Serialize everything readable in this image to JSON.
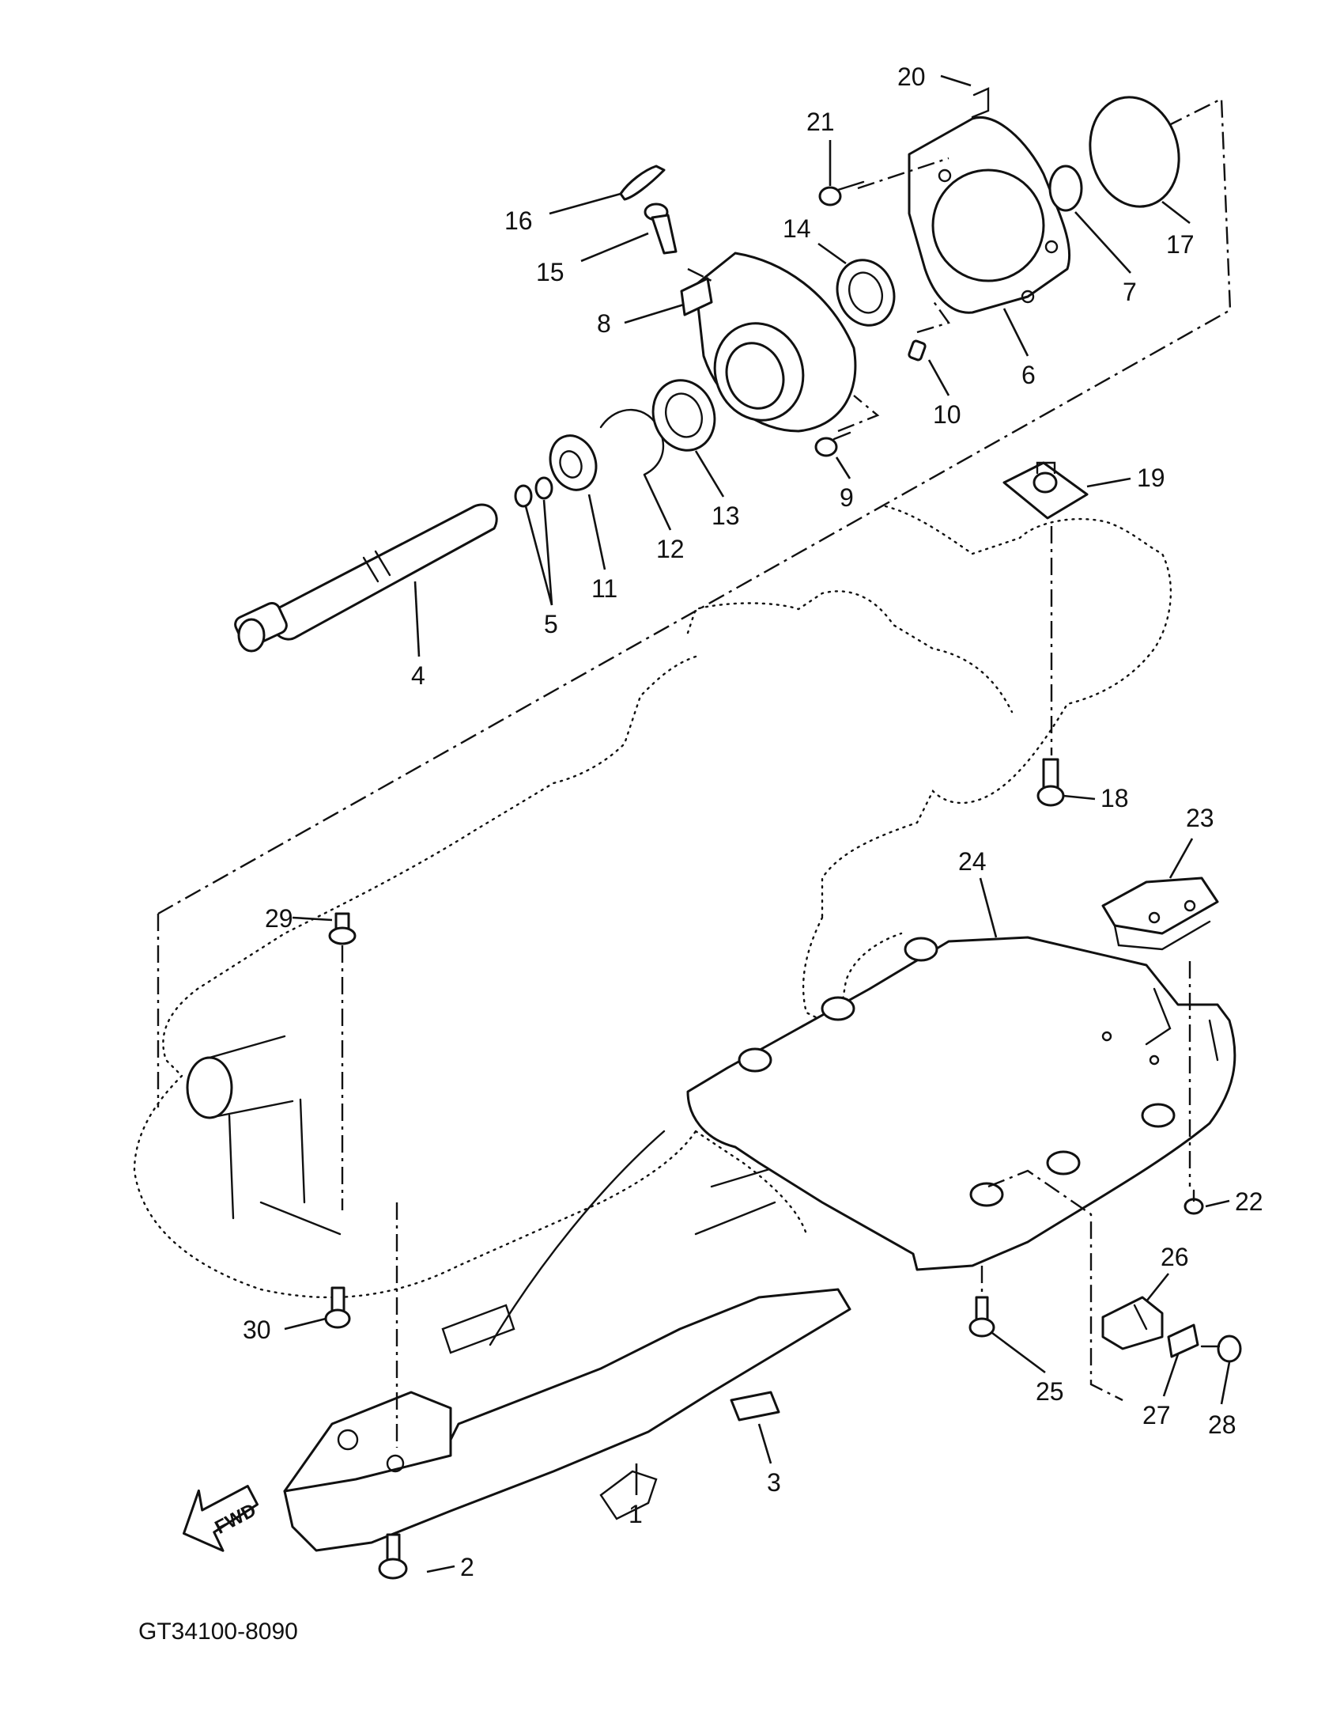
{
  "diagram": {
    "callouts": [
      "1",
      "2",
      "3",
      "4",
      "5",
      "6",
      "7",
      "8",
      "9",
      "10",
      "11",
      "12",
      "13",
      "14",
      "15",
      "16",
      "17",
      "18",
      "19",
      "20",
      "21",
      "22",
      "23",
      "24",
      "25",
      "26",
      "27",
      "28",
      "29",
      "30"
    ],
    "drawing_code": "GT34100-8090",
    "direction_label": "FWD",
    "line_color": "#111111",
    "background_color": "#ffffff"
  }
}
